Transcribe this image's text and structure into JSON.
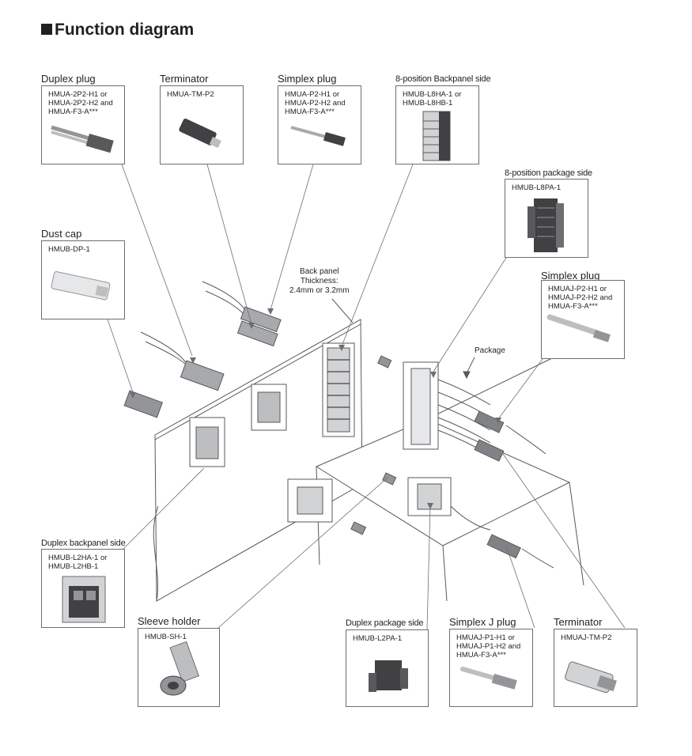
{
  "title": "Function diagram",
  "labels": {
    "duplex_plug": "Duplex plug",
    "terminator_top": "Terminator",
    "simplex_plug_top": "Simplex plug",
    "backpanel_8pos": "8-position Backpanel side",
    "package_8pos": "8-position package side",
    "dust_cap": "Dust cap",
    "simplex_plug_right": "Simplex plug",
    "duplex_backpanel": "Duplex backpanel side",
    "sleeve_holder": "Sleeve holder",
    "duplex_package": "Duplex package side",
    "simplex_j_plug": "Simplex J plug",
    "terminator_bottom": "Terminator"
  },
  "codes": {
    "duplex_plug": "HMUA-2P2-H1 or\nHMUA-2P2-H2 and\nHMUA-F3-A***",
    "terminator_top": "HMUA-TM-P2",
    "simplex_plug_top": "HMUA-P2-H1 or\nHMUA-P2-H2 and\nHMUA-F3-A***",
    "backpanel_8pos": "HMUB-L8HA-1 or\nHMUB-L8HB-1",
    "package_8pos": "HMUB-L8PA-1",
    "dust_cap": "HMUB-DP-1",
    "simplex_plug_right": "HMUAJ-P2-H1 or\nHMUAJ-P2-H2 and\nHMUA-F3-A***",
    "duplex_backpanel": "HMUB-L2HA-1 or\nHMUB-L2HB-1",
    "sleeve_holder": "HMUB-SH-1",
    "duplex_package": "HMUB-L2PA-1",
    "simplex_j_plug": "HMUAJ-P1-H1 or\nHMUAJ-P1-H2 and\nHMUA-F3-A***",
    "terminator_bottom": "HMUAJ-TM-P2"
  },
  "notes": {
    "back_panel": "Back panel\nThickness:\n2.4mm or 3.2mm",
    "package": "Package"
  }
}
